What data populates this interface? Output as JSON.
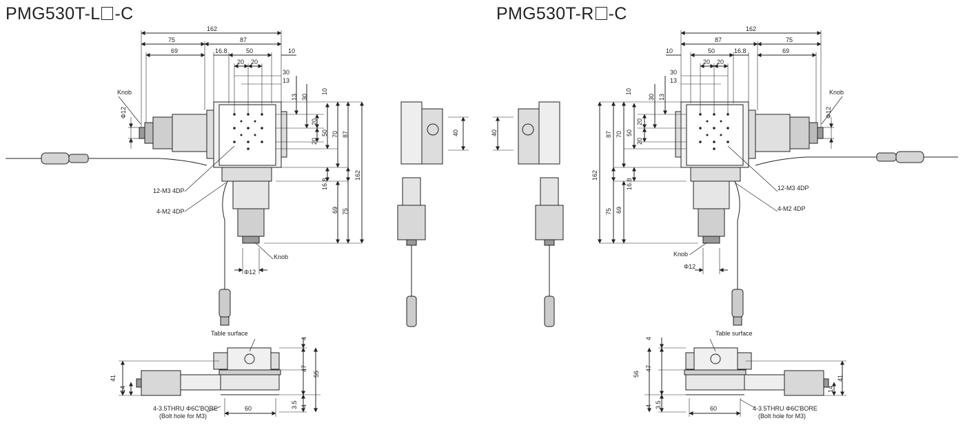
{
  "left_title": {
    "prefix": "PMG530T-L",
    "suffix": "-C"
  },
  "right_title": {
    "prefix": "PMG530T-R",
    "suffix": "-C"
  },
  "dims": {
    "d162": "162",
    "d87": "87",
    "d75": "75",
    "d69": "69",
    "d16_8": "16.8",
    "d50": "50",
    "d10": "10",
    "d20": "20",
    "d30": "30",
    "d13": "13",
    "d70": "70",
    "d40": "40",
    "d12": "Φ12",
    "d4": "4",
    "d47": "47",
    "d55": "55",
    "d56": "56",
    "d41": "41",
    "d14": "14",
    "d3_5": "3.5",
    "d60": "60"
  },
  "labels": {
    "knob": "Knob",
    "m3": "12-M3 4DP",
    "m2": "4-M2 4DP",
    "table": "Table surface",
    "thru": "4-3.5THRU Φ6C'BORE",
    "bolt": "(Bolt hole for M3)"
  },
  "colors": {
    "line": "#222222",
    "dimline": "#333333",
    "body": "#e8e8e8",
    "dark": "#555555"
  }
}
